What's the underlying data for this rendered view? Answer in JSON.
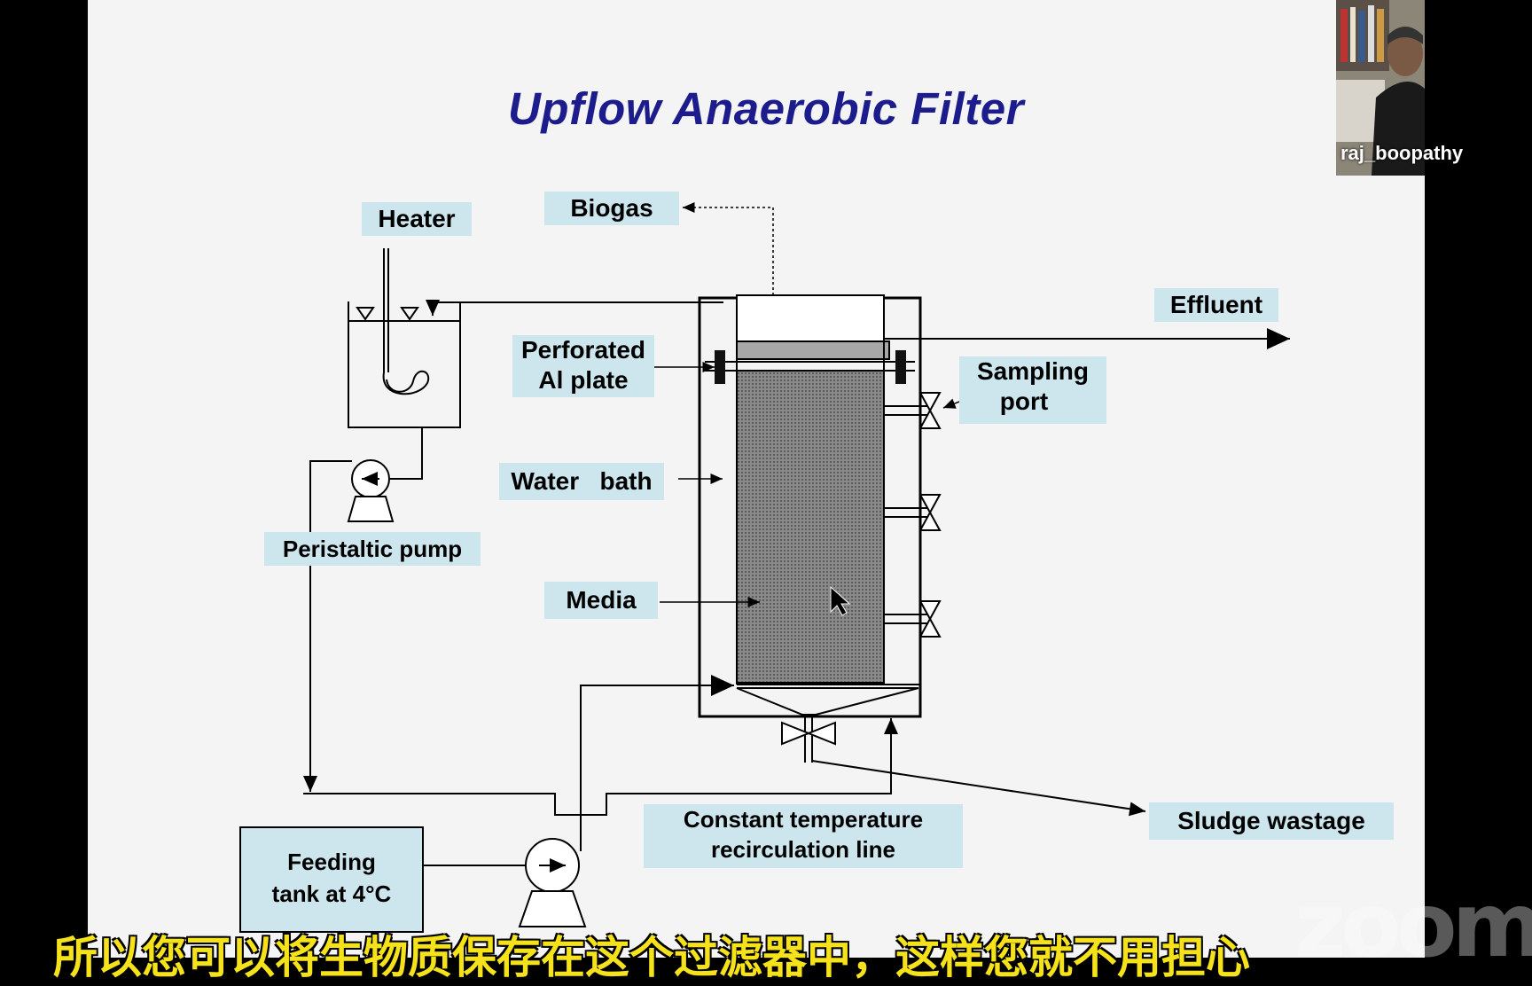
{
  "title": "Upflow Anaerobic Filter",
  "labels": {
    "heater": "Heater",
    "biogas": "Biogas",
    "effluent": "Effluent",
    "perforated_line1": "Perforated",
    "perforated_line2": "Al plate",
    "sampling_line1": "Sampling",
    "sampling_line2": "port",
    "water_bath": "Water   bath",
    "peristaltic_pump": "Peristaltic pump",
    "media": "Media",
    "recirc_line1": "Constant temperature",
    "recirc_line2": "recirculation line",
    "sludge": "Sludge wastage",
    "feeding_line1": "Feeding",
    "feeding_line2": "tank at 4°C"
  },
  "webcam": {
    "name": "raj_boopathy"
  },
  "watermark": "zoom",
  "subtitle": "所以您可以将生物质保存在这个过滤器中，这样您就不用担心"
}
